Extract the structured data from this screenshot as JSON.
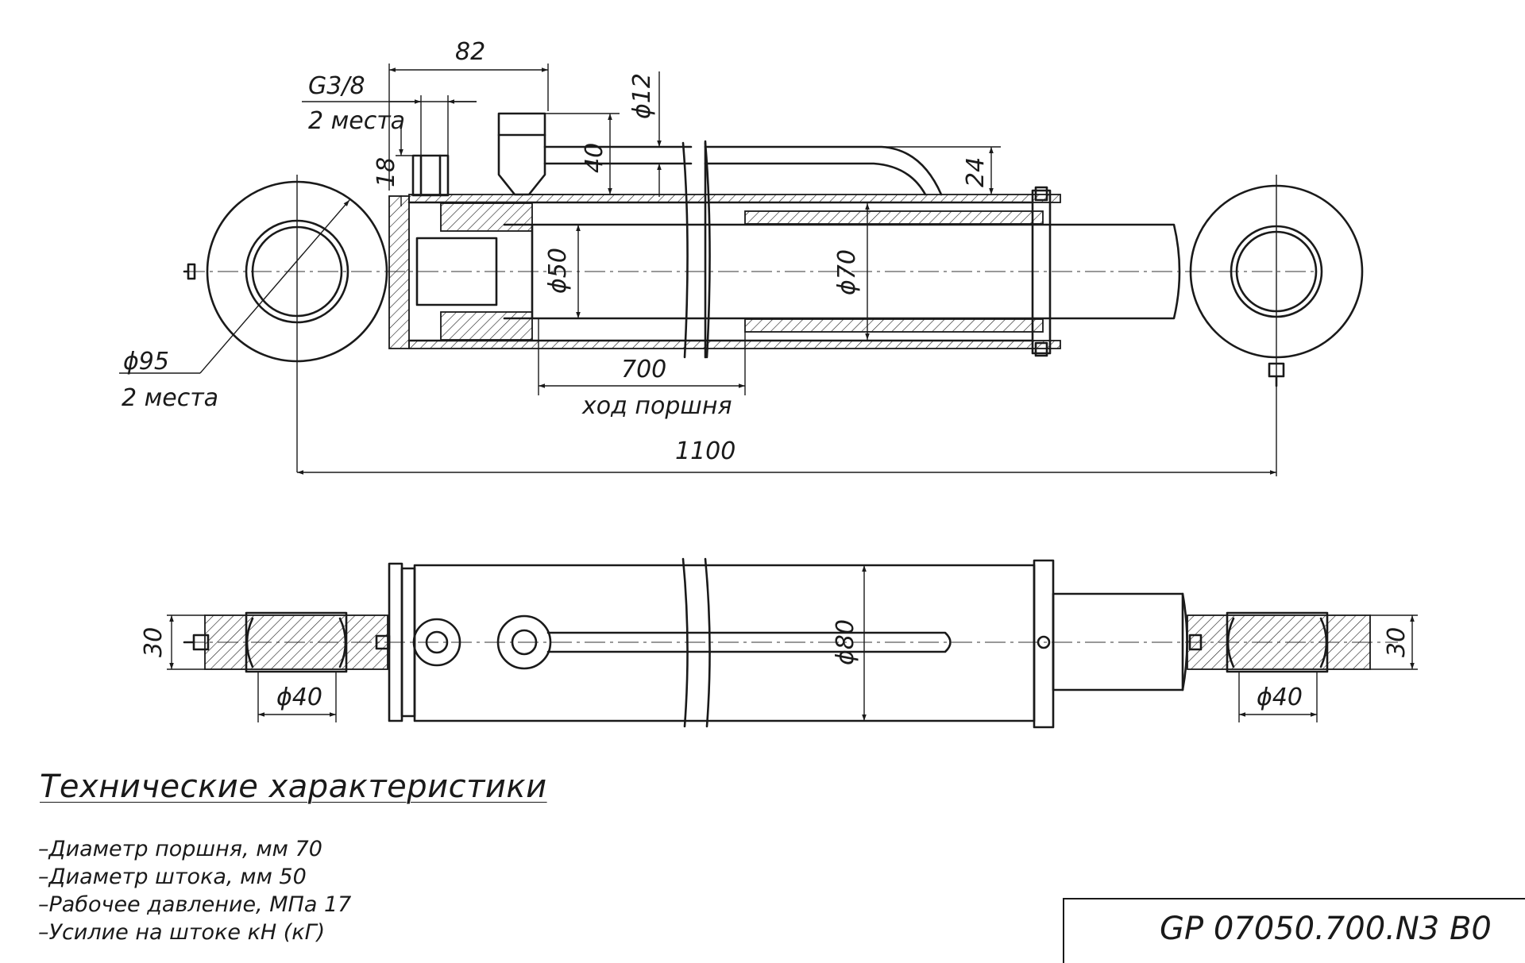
{
  "dimensions": {
    "d82": "82",
    "thread": "G3/8",
    "thread_places": "2 места",
    "d18": "18",
    "d40_port": "40",
    "phi12": "ϕ12",
    "d24": "24",
    "phi95": "ϕ95",
    "phi95_places": "2 места",
    "phi50": "ϕ50",
    "phi70": "ϕ70",
    "stroke": "700",
    "stroke_label": "ход поршня",
    "length": "1100",
    "w30_left": "30",
    "w30_right": "30",
    "phi40_left": "ϕ40",
    "phi40_right": "ϕ40",
    "phi80": "ϕ80"
  },
  "specs": {
    "title": "Технические характеристики",
    "items": [
      "–Диаметр поршня, мм 70",
      "–Диаметр штока, мм 50",
      "–Рабочее давление,  МПа 17",
      "–Усилие на штоке кН (кГ)"
    ]
  },
  "stamp": {
    "code": "GP 07050.700.N3 B0"
  }
}
